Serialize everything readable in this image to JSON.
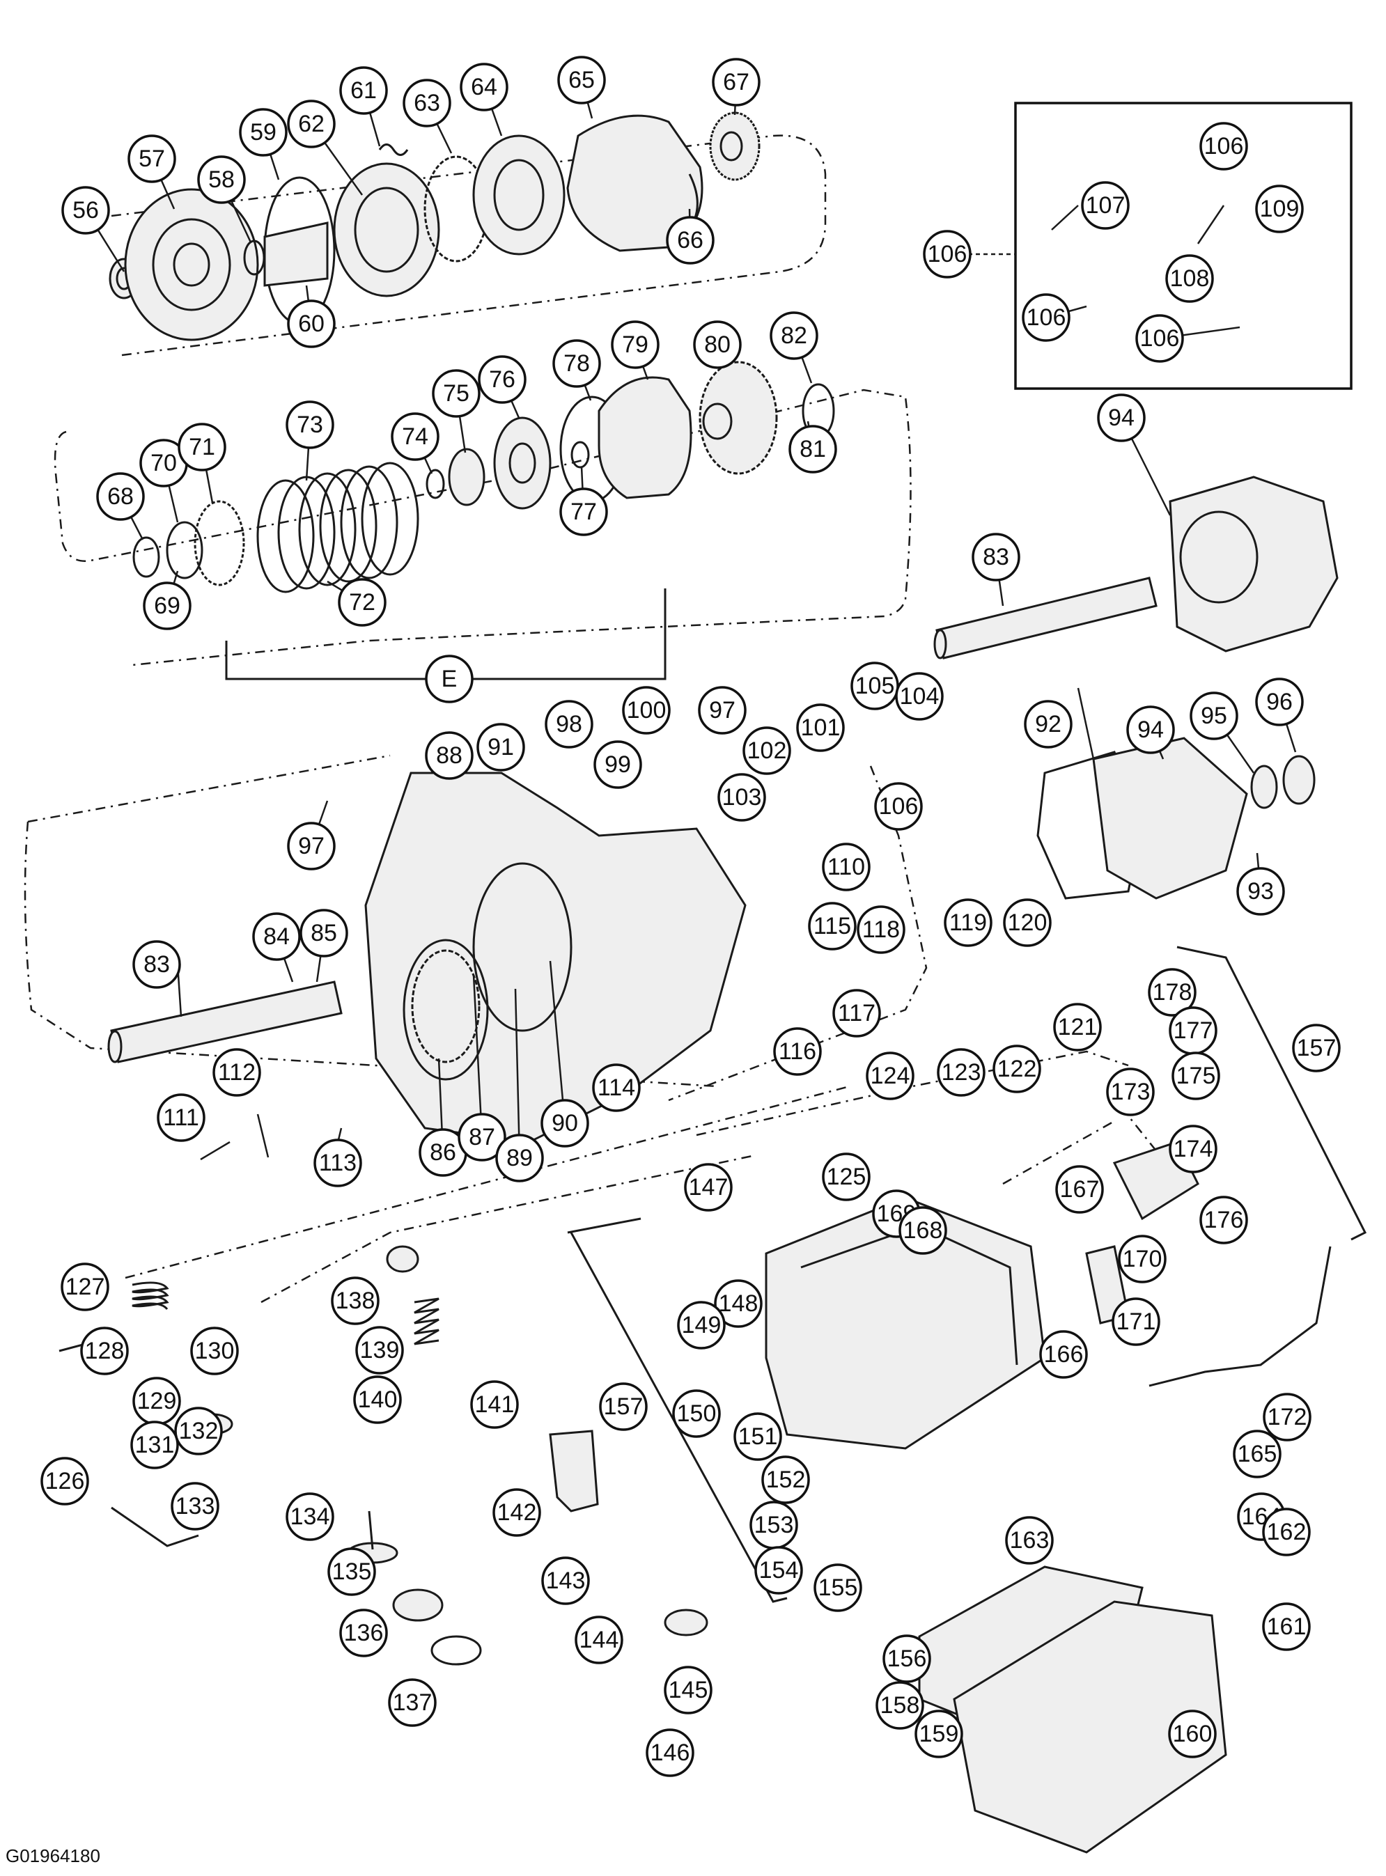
{
  "figure_id": "G01964180",
  "callouts": [
    {
      "label": "56"
    },
    {
      "label": "57"
    },
    {
      "label": "58"
    },
    {
      "label": "59"
    },
    {
      "label": "60"
    },
    {
      "label": "61"
    },
    {
      "label": "62"
    },
    {
      "label": "63"
    },
    {
      "label": "64"
    },
    {
      "label": "65"
    },
    {
      "label": "66"
    },
    {
      "label": "67"
    },
    {
      "label": "68"
    },
    {
      "label": "69"
    },
    {
      "label": "70"
    },
    {
      "label": "71"
    },
    {
      "label": "72"
    },
    {
      "label": "73"
    },
    {
      "label": "74"
    },
    {
      "label": "75"
    },
    {
      "label": "76"
    },
    {
      "label": "77"
    },
    {
      "label": "78"
    },
    {
      "label": "79"
    },
    {
      "label": "80"
    },
    {
      "label": "81"
    },
    {
      "label": "82"
    },
    {
      "label": "E"
    },
    {
      "label": "83"
    },
    {
      "label": "94"
    },
    {
      "label": "106"
    },
    {
      "label": "107"
    },
    {
      "label": "106"
    },
    {
      "label": "109"
    },
    {
      "label": "108"
    },
    {
      "label": "106"
    },
    {
      "label": "106"
    },
    {
      "label": "98"
    },
    {
      "label": "100"
    },
    {
      "label": "97"
    },
    {
      "label": "105"
    },
    {
      "label": "104"
    },
    {
      "label": "88"
    },
    {
      "label": "91"
    },
    {
      "label": "99"
    },
    {
      "label": "101"
    },
    {
      "label": "102"
    },
    {
      "label": "103"
    },
    {
      "label": "106"
    },
    {
      "label": "110"
    },
    {
      "label": "97"
    },
    {
      "label": "92"
    },
    {
      "label": "94"
    },
    {
      "label": "95"
    },
    {
      "label": "96"
    },
    {
      "label": "93"
    },
    {
      "label": "83"
    },
    {
      "label": "84"
    },
    {
      "label": "85"
    },
    {
      "label": "115"
    },
    {
      "label": "118"
    },
    {
      "label": "119"
    },
    {
      "label": "120"
    },
    {
      "label": "117"
    },
    {
      "label": "116"
    },
    {
      "label": "121"
    },
    {
      "label": "123"
    },
    {
      "label": "122"
    },
    {
      "label": "178"
    },
    {
      "label": "177"
    },
    {
      "label": "157"
    },
    {
      "label": "175"
    },
    {
      "label": "112"
    },
    {
      "label": "111"
    },
    {
      "label": "113"
    },
    {
      "label": "86"
    },
    {
      "label": "87"
    },
    {
      "label": "89"
    },
    {
      "label": "90"
    },
    {
      "label": "114"
    },
    {
      "label": "124"
    },
    {
      "label": "125"
    },
    {
      "label": "173"
    },
    {
      "label": "174"
    },
    {
      "label": "147"
    },
    {
      "label": "169"
    },
    {
      "label": "168"
    },
    {
      "label": "167"
    },
    {
      "label": "176"
    },
    {
      "label": "127"
    },
    {
      "label": "138"
    },
    {
      "label": "148"
    },
    {
      "label": "170"
    },
    {
      "label": "139"
    },
    {
      "label": "149"
    },
    {
      "label": "166"
    },
    {
      "label": "171"
    },
    {
      "label": "128"
    },
    {
      "label": "130"
    },
    {
      "label": "129"
    },
    {
      "label": "140"
    },
    {
      "label": "150"
    },
    {
      "label": "141"
    },
    {
      "label": "157"
    },
    {
      "label": "151"
    },
    {
      "label": "172"
    },
    {
      "label": "131"
    },
    {
      "label": "132"
    },
    {
      "label": "126"
    },
    {
      "label": "133"
    },
    {
      "label": "152"
    },
    {
      "label": "165"
    },
    {
      "label": "134"
    },
    {
      "label": "142"
    },
    {
      "label": "153"
    },
    {
      "label": "164"
    },
    {
      "label": "162"
    },
    {
      "label": "163"
    },
    {
      "label": "135"
    },
    {
      "label": "143"
    },
    {
      "label": "154"
    },
    {
      "label": "155"
    },
    {
      "label": "136"
    },
    {
      "label": "144"
    },
    {
      "label": "161"
    },
    {
      "label": "156"
    },
    {
      "label": "137"
    },
    {
      "label": "145"
    },
    {
      "label": "158"
    },
    {
      "label": "159"
    },
    {
      "label": "160"
    },
    {
      "label": "146"
    }
  ]
}
